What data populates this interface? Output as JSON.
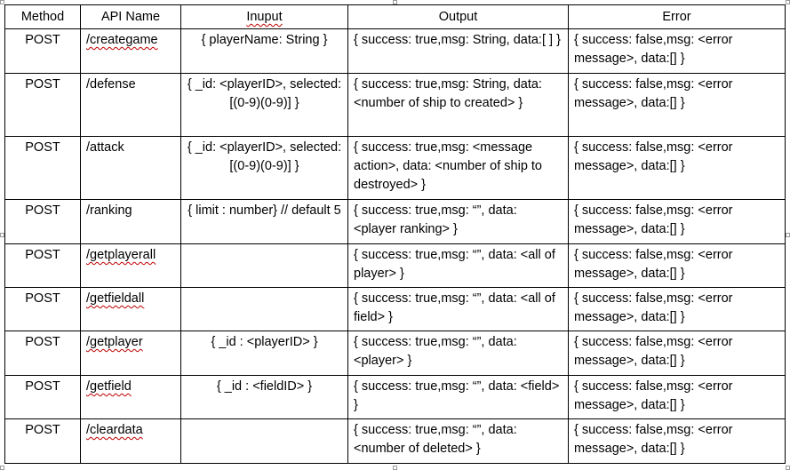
{
  "headers": {
    "method": "Method",
    "api_name": "API Name",
    "input": "Inuput",
    "output": "Output",
    "error": "Error"
  },
  "rows": [
    {
      "method": "POST",
      "name": "/creategame",
      "input": "{ playerName: String }",
      "output": "{ success: true,msg: String, data:[ ] }",
      "error": "{ success: false,msg: <error message>, data:[] }"
    },
    {
      "method": "POST",
      "name": "/defense",
      "input": "{ _id: <playerID>, selected: [(0-9)(0-9)] }",
      "output": "{ success: true,msg: String, data: <number of ship to created> }",
      "error": "{ success: false,msg: <error message>, data:[] }"
    },
    {
      "method": "POST",
      "name": "/attack",
      "input": "{ _id: <playerID>, selected: [(0-9)(0-9)] }",
      "output": "{ success: true,msg: <message action>, data: <number of ship to destroyed> }",
      "error": "{ success: false,msg: <error message>, data:[] }"
    },
    {
      "method": "POST",
      "name": "/ranking",
      "input": "{ limit : number} // default 5",
      "output": "{ success: true,msg: “”, data: <player ranking> }",
      "error": "{ success: false,msg: <error message>, data:[] }"
    },
    {
      "method": "POST",
      "name": "/getplayerall",
      "input": "",
      "output": "{ success: true,msg: “”, data: <all of player> }",
      "error": "{ success: false,msg: <error message>, data:[] }"
    },
    {
      "method": "POST",
      "name": "/getfieldall",
      "input": "",
      "output": "{ success: true,msg: “”, data: <all of field> }",
      "error": "{ success: false,msg: <error message>, data:[] }"
    },
    {
      "method": "POST",
      "name": "/getplayer",
      "input": "{ _id : <playerID> }",
      "output": "{ success: true,msg: “”, data: <player> }",
      "error": "{ success: false,msg: <error message>, data:[] }"
    },
    {
      "method": "POST",
      "name": "/getfield",
      "input": "{ _id : <fieldID> }",
      "output": "{ success: true,msg: “”, data: <field> }",
      "error": "{ success: false,msg: <error message>, data:[] }"
    },
    {
      "method": "POST",
      "name": "/cleardata",
      "input": "",
      "output": "{ success: true,msg: “”, data: <number of deleted> }",
      "error": "{ success: false,msg: <error message>, data:[] }"
    }
  ]
}
